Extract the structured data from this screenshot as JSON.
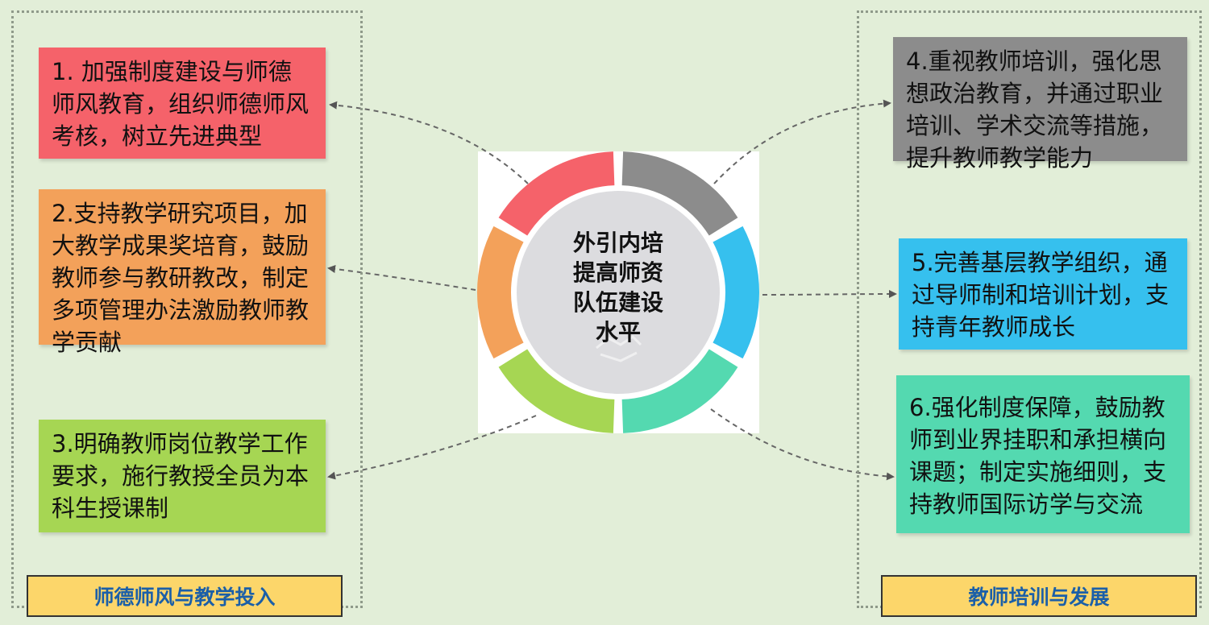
{
  "center": {
    "lines": [
      "外引内培",
      "提高师资",
      "队伍建设",
      "水平"
    ]
  },
  "left_group": {
    "label": "师德师风与教学投入",
    "items": [
      {
        "text": "1. 加强制度建设与师德师风教育，组织师德师风考核，树立先进典型",
        "color": "#f5626a"
      },
      {
        "text": "2.支持教学研究项目，加大教学成果奖培育，鼓励教师参与教研教改，制定多项管理办法激励教师教学贡献",
        "color": "#f3a15a"
      },
      {
        "text": "3.明确教师岗位教学工作要求，施行教授全员为本科生授课制",
        "color": "#a6d653"
      }
    ]
  },
  "right_group": {
    "label": "教师培训与发展",
    "items": [
      {
        "text": "4.重视教师培训，强化思想政治教育，并通过职业培训、学术交流等措施，提升教师教学能力",
        "color": "#8c8c8c"
      },
      {
        "text": "5.完善基层教学组织，通过导师制和培训计划，支持青年教师成长",
        "color": "#36c0ee"
      },
      {
        "text": "6.强化制度保障，鼓励教师到业界挂职和承担横向课题；制定实施细则，支持教师国际访学与交流",
        "color": "#54d9b0"
      }
    ]
  },
  "ring_colors": [
    "#f5626a",
    "#8c8c8c",
    "#36c0ee",
    "#54d9b0",
    "#a6d653",
    "#f3a15a"
  ],
  "colors": {
    "background": "#e2eed8",
    "center_circle": "#dcdcdf",
    "label_fill": "#fcd66a",
    "label_text": "#1b5fa8",
    "connector": "#666666"
  }
}
